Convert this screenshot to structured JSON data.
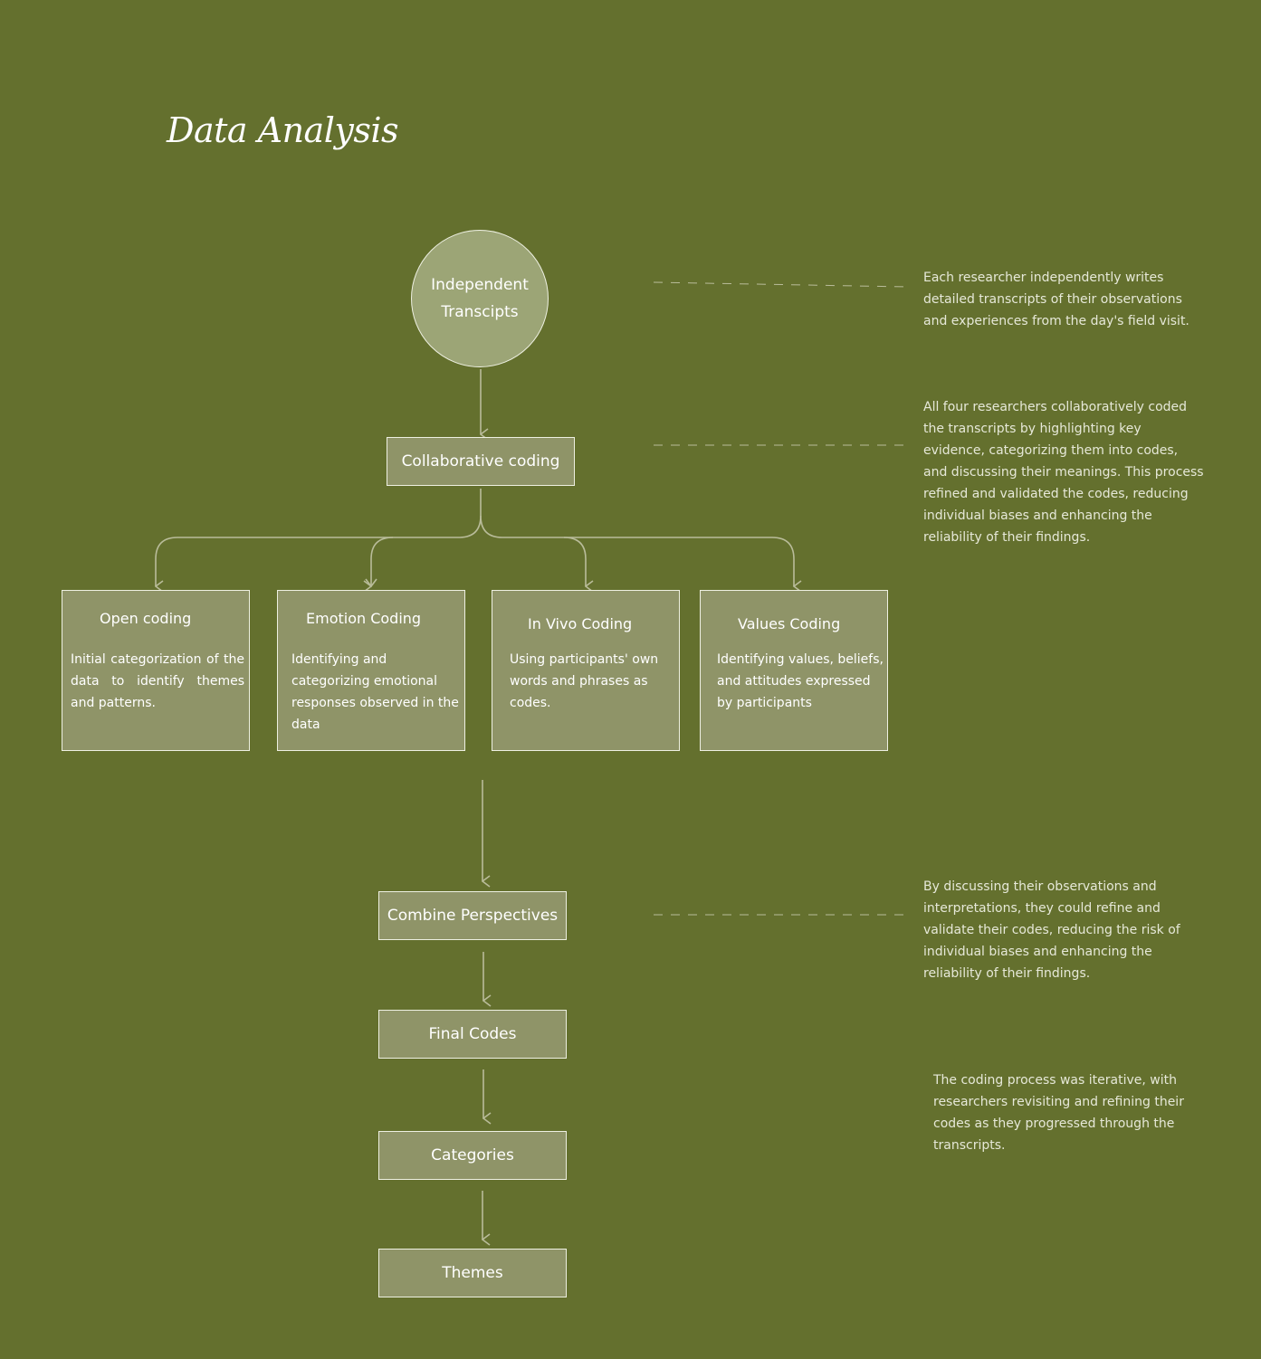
{
  "title": "Data Analysis",
  "nodes": {
    "independent_transcripts": {
      "line1": "Independent",
      "line2": "Transcipts"
    },
    "collaborative_coding": "Collaborative coding",
    "combine_perspectives": "Combine Perspectives",
    "final_codes": "Final Codes",
    "categories": "Categories",
    "themes": "Themes"
  },
  "coding_methods": [
    {
      "title": "Open coding",
      "description": "Initial categorization of the data to identify themes and patterns."
    },
    {
      "title": "Emotion Coding",
      "description": "Identifying and categorizing emotional responses observed in the data"
    },
    {
      "title": "In Vivo Coding",
      "description": "Using participants' own words and phrases as codes."
    },
    {
      "title": "Values Coding",
      "description": "Identifying values, beliefs, and attitudes expressed by participants"
    }
  ],
  "notes": [
    "Each researcher independently writes detailed transcripts of their observations and experiences from the day's field visit.",
    "All four researchers collaboratively coded the transcripts by highlighting key evidence, categorizing them into codes, and discussing their meanings. This process refined and validated the codes, reducing individual biases and enhancing the reliability of their findings.",
    "By discussing their observations and interpretations, they could refine and validate their codes, reducing the risk of individual biases and enhancing the reliability of their findings.",
    "The coding process was iterative, with researchers revisiting and refining their codes as they progressed through the transcripts."
  ],
  "colors": {
    "background": "#64702e",
    "node_fill": "#8f9468",
    "circle_fill": "#9ca576",
    "connector": "#b9bc9a"
  }
}
